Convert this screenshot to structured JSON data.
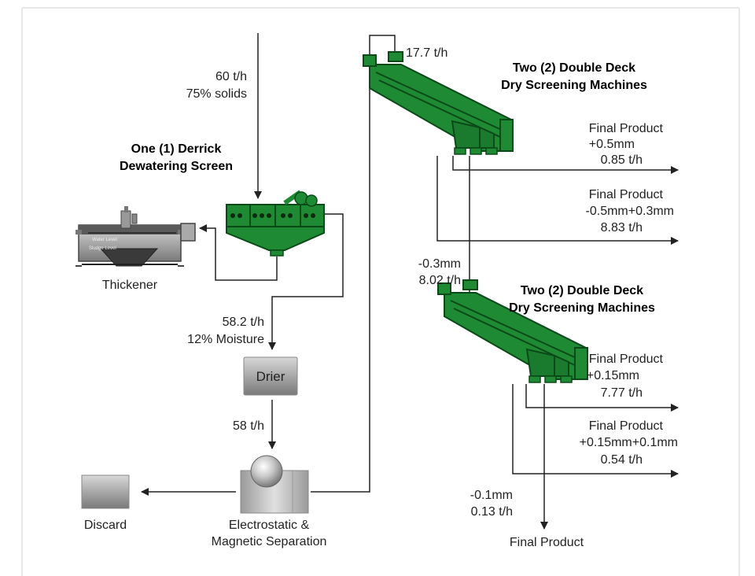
{
  "flows": {
    "feed": [
      "60 t/h",
      "75% solids"
    ],
    "dewater_out": [
      "58.2 t/h",
      "12% Moisture"
    ],
    "drier_out": "58 t/h",
    "screen1_feed": "17.7 t/h",
    "fine_out": [
      "-0.3mm",
      "8.02 t/h"
    ],
    "screen2_fine": [
      "-0.1mm",
      "0.13 t/h"
    ]
  },
  "equipment": {
    "dewatering_screen": [
      "One (1) Derrick",
      "Dewatering Screen"
    ],
    "thickener": "Thickener",
    "drier": "Drier",
    "separator": [
      "Electrostatic &",
      "Magnetic Separation"
    ],
    "discard": "Discard",
    "screening_1": [
      "Two (2) Double Deck",
      "Dry Screening Machines"
    ],
    "screening_2": [
      "Two (2) Double Deck",
      "Dry Screening Machines"
    ]
  },
  "thickener_labels": {
    "water_level": "Water Level",
    "sludge_level": "Sludge Level"
  },
  "products": {
    "p1": [
      "Final Product",
      "+0.5mm",
      "0.85 t/h"
    ],
    "p2": [
      "Final Product",
      "-0.5mm+0.3mm",
      "8.83 t/h"
    ],
    "p3": [
      "Final Product",
      "+0.15mm",
      "7.77 t/h"
    ],
    "p4": [
      "Final Product",
      "+0.15mm+0.1mm",
      "0.54 t/h"
    ],
    "p5": "Final Product"
  },
  "colors": {
    "machine_green": "#1f8a34",
    "machine_dark": "#0b4a18",
    "box_gray": "#9a9a9a",
    "line": "#222222"
  }
}
